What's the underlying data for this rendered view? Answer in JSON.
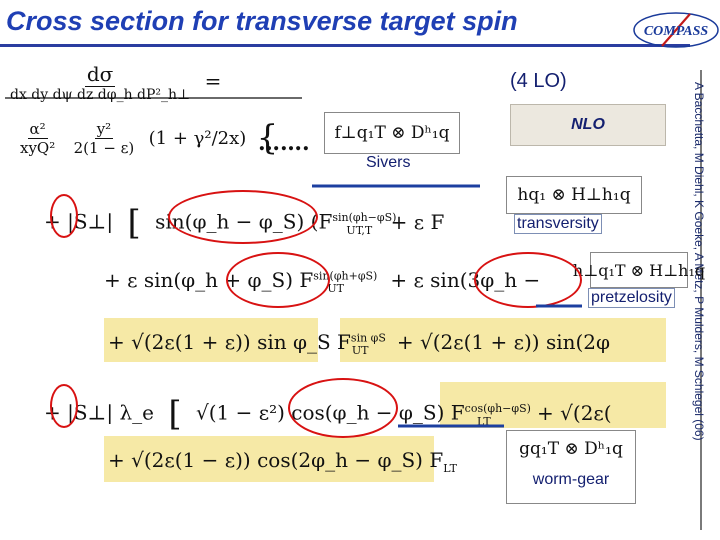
{
  "slide": {
    "title": "Cross section for transverse target spin",
    "logo": "COMPASS",
    "credit": "A Bacchetta, M Diehl, K Goeke, A Metz, P Mulders, M Schlegel (06)"
  },
  "labels": {
    "lo": "(4 LO)",
    "nlo": "NLO",
    "dots": "…….",
    "sivers": "Sivers",
    "transversity": "transversity",
    "pretzelosity": "pretzelosity",
    "worm_gear": "worm-gear"
  },
  "equation": {
    "lhs_num": "dσ",
    "lhs_den": "dx dy dψ dz dφ_h dP²_h⊥",
    "equals": "=",
    "prefactor_a_num": "α²",
    "prefactor_a_den": "xyQ²",
    "prefactor_b_num": "y²",
    "prefactor_b_den": "2(1 − ε)",
    "prefactor_c": "(1 + γ²/2x)",
    "brace": "{",
    "row1_lead": "+ |S⊥|",
    "row1_bracket": "[",
    "row1_term": "sin(φ_h − φ_S) (F",
    "row1_sup": "sin(φh−φS)",
    "row1_sub": "UT,T",
    "row1_tail": "+ ε F",
    "row2_term1": "+ ε sin(φ_h + φ_S) F",
    "row2_sup1": "sin(φh+φS)",
    "row2_sub1": "UT",
    "row2_term2": "+ ε sin(3φ_h −",
    "row3_term1": "+ √(2ε(1 + ε)) sin φ_S F",
    "row3_sup1": "sin φS",
    "row3_sub1": "UT",
    "row3_term2": "+ √(2ε(1 + ε)) sin(2φ",
    "row4_lead": "+ |S⊥| λ_e",
    "row4_bracket": "[",
    "row4_term1": "√(1 − ε²) cos(φ_h − φ_S) F",
    "row4_sup1": "cos(φh−φS)",
    "row4_sub1": "LT",
    "row4_term2": "+ √(2ε(",
    "row5_term1": "+ √(2ε(1 − ε)) cos(2φ_h − φ_S) F",
    "row5_sub1": "LT"
  },
  "boxes": {
    "sivers_formula": "f⊥q₁T ⊗ Dʰ₁q",
    "transversity_formula": "hq₁ ⊗ H⊥h₁q",
    "pretzelosity_formula": "h⊥q₁T ⊗ H⊥h₁q",
    "worm_gear_formula": "gq₁T ⊗ Dʰ₁q"
  },
  "colors": {
    "title": "#1f3fb4",
    "highlight": "#f6e9a6",
    "nlo_box": "#ece8df",
    "oval": "#d81212",
    "connector": "#1c3fa0"
  }
}
